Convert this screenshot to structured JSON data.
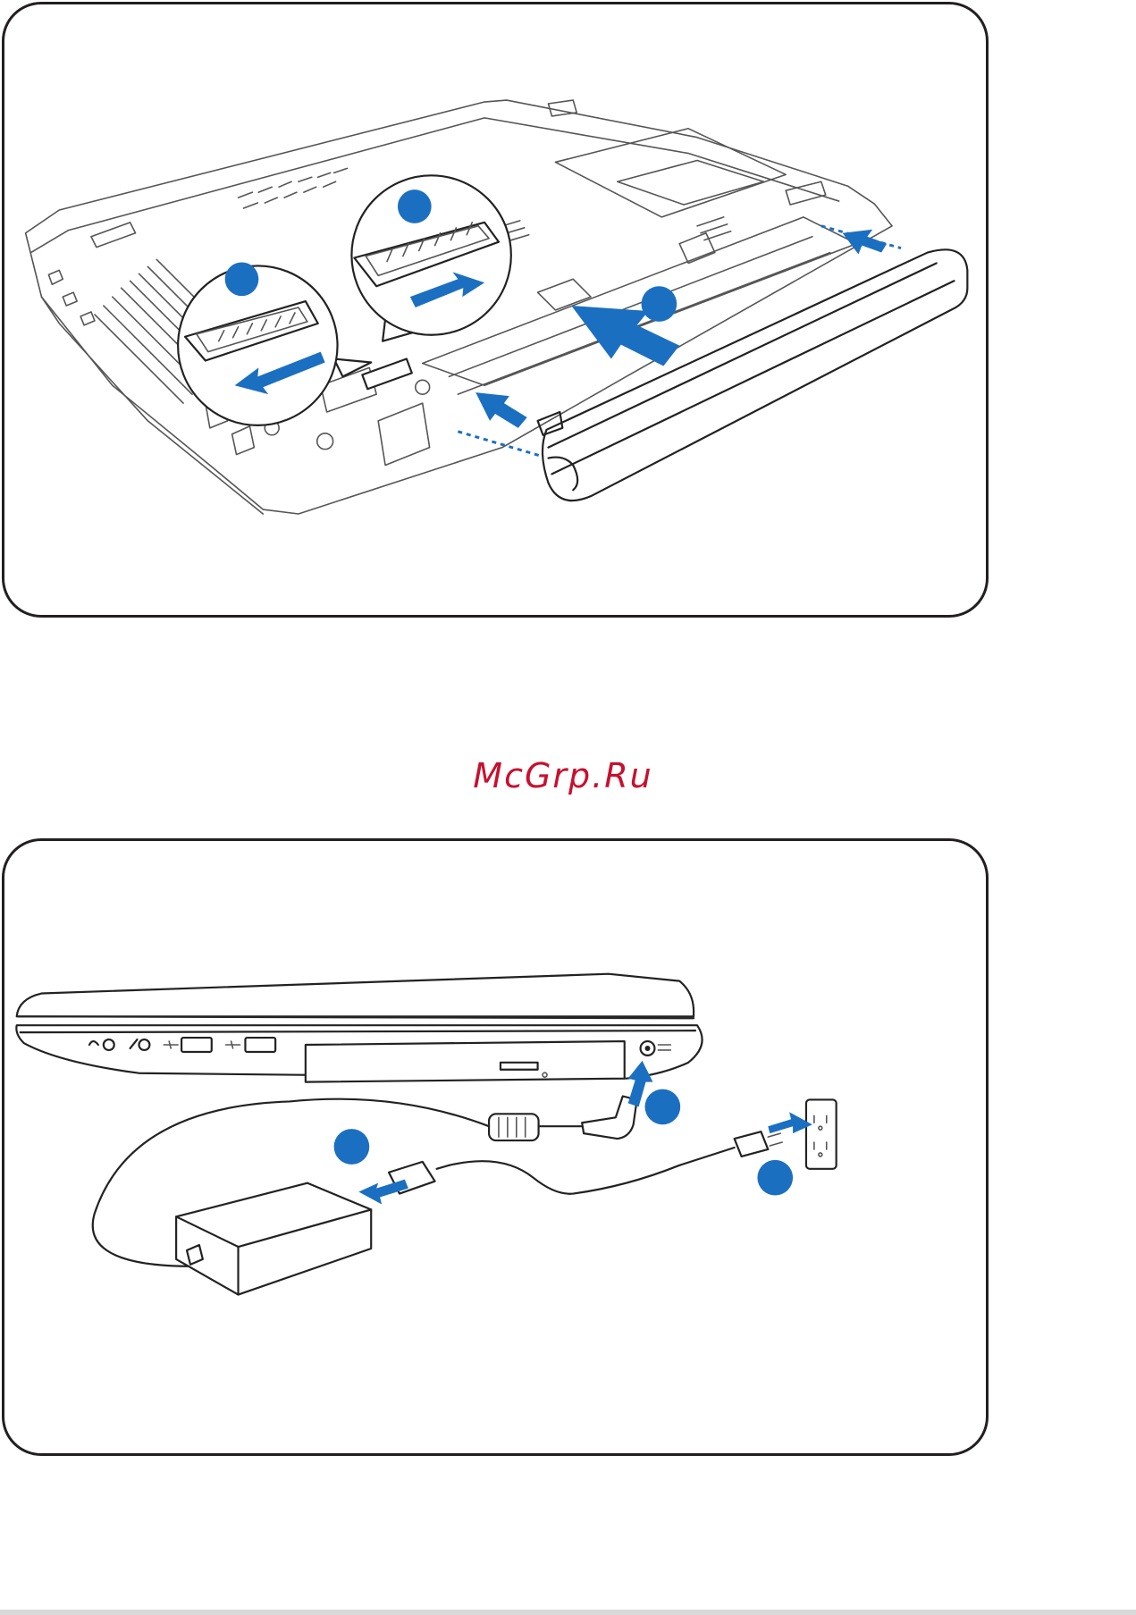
{
  "watermark": {
    "text": "McGrp.Ru",
    "color": "#c8102e"
  },
  "colors": {
    "step_marker": "#1b6fc1",
    "frame": "#231f20"
  },
  "figures": [
    {
      "id": "battery-install",
      "illustration": "laptop-underside-battery-insert",
      "icons": [
        "battery-latch-unlock",
        "battery-latch-lock",
        "battery-insert-arrow"
      ]
    },
    {
      "id": "ac-power-connect",
      "illustration": "laptop-side-ac-adapter-wall-outlet",
      "icons": [
        "dc-in-port",
        "power-adapter",
        "wall-outlet"
      ]
    }
  ]
}
